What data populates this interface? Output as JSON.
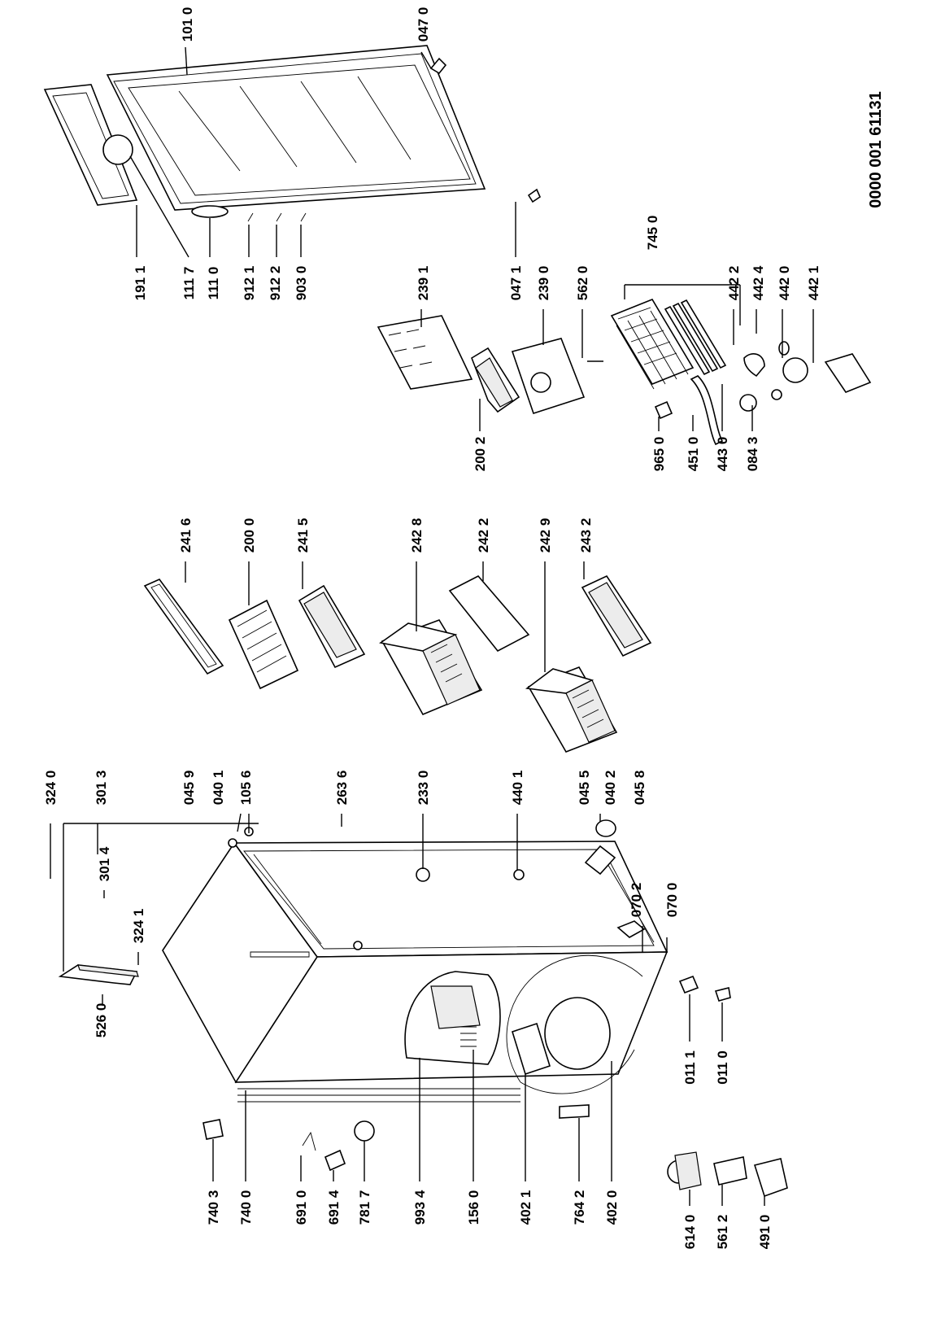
{
  "diagram": {
    "doc_id": "0000 001 61131",
    "labels": [
      "101 0",
      "047 0",
      "191 1",
      "111 7",
      "111 0",
      "912 1",
      "912 2",
      "903 0",
      "239 1",
      "047 1",
      "239 0",
      "562 0",
      "745 0",
      "442 2",
      "442 4",
      "442 0",
      "442 1",
      "200 2",
      "965 0",
      "451 0",
      "443 0",
      "084 3",
      "241 6",
      "200 0",
      "241 5",
      "242 8",
      "242 2",
      "242 9",
      "243 2",
      "324 0",
      "301 3",
      "301 4",
      "324 1",
      "526 0",
      "045 9",
      "040 1",
      "105 6",
      "263 6",
      "233 0",
      "440 1",
      "045 5",
      "040 2",
      "045 8",
      "070 0",
      "070 2",
      "011 1",
      "011 0",
      "740 3",
      "740 0",
      "691 0",
      "691 4",
      "781 7",
      "993 4",
      "156 0",
      "402 1",
      "764 2",
      "402 0",
      "614 0",
      "561 2",
      "491 0"
    ]
  }
}
